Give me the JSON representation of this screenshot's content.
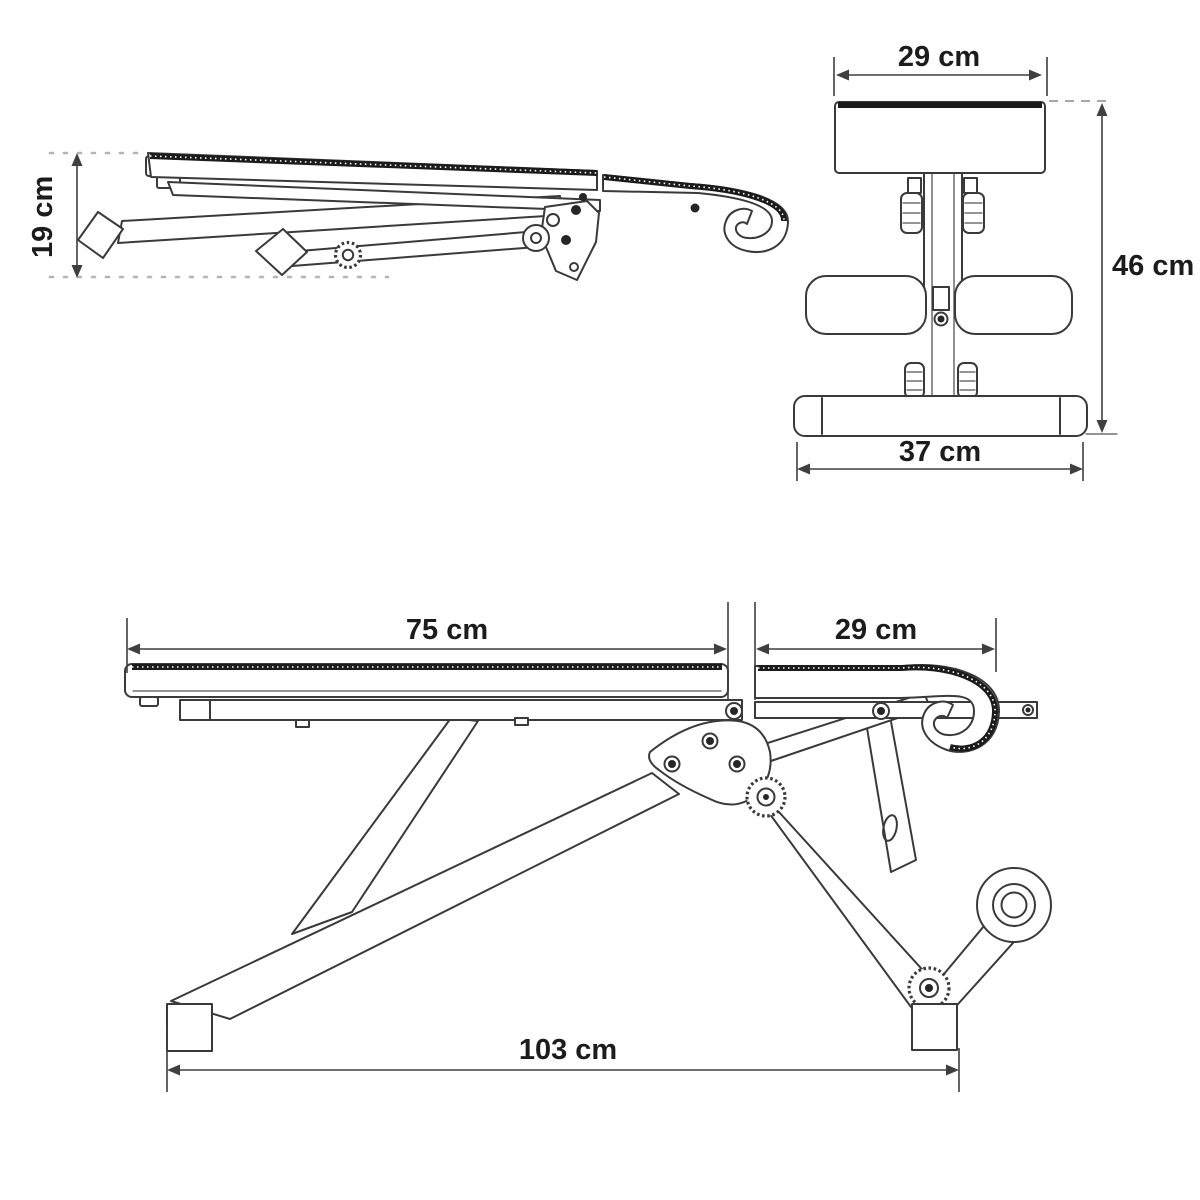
{
  "diagram": {
    "unit": "cm",
    "colors": {
      "background": "#ffffff",
      "line": "#3a3a3a",
      "dark_edge": "#1b1b1b",
      "dashed_guide": "#b5b5b5",
      "text": "#1c1c1c"
    },
    "views": {
      "folded": {
        "dims": {
          "height": {
            "label": "19 cm",
            "value": 19
          }
        }
      },
      "front": {
        "dims": {
          "pad_width": {
            "label": "29 cm",
            "value": 29
          },
          "overall_height": {
            "label": "46 cm",
            "value": 46
          },
          "base_width": {
            "label": "37 cm",
            "value": 37
          }
        }
      },
      "side": {
        "dims": {
          "seat_length": {
            "label": "75 cm",
            "value": 75
          },
          "backrest_length": {
            "label": "29 cm",
            "value": 29
          },
          "overall_length": {
            "label": "103 cm",
            "value": 103
          }
        }
      }
    }
  }
}
